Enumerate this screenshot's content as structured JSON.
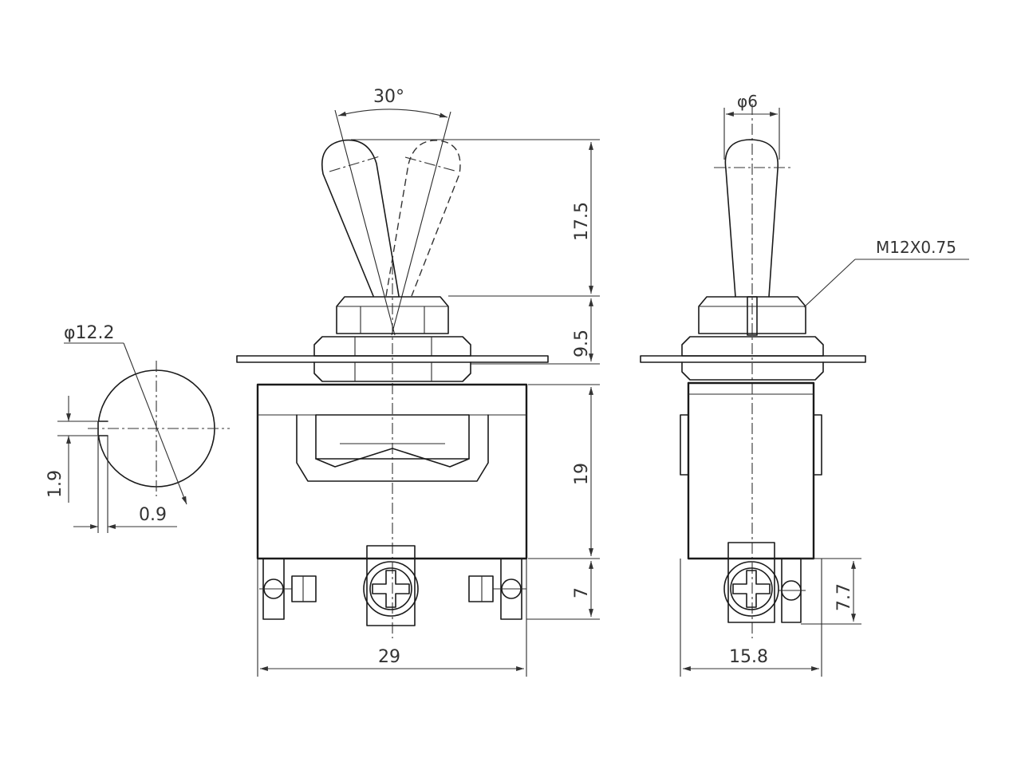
{
  "dimensions": {
    "angle": "30°",
    "lever_dia": "φ6",
    "lever_height": "17.5",
    "bushing_height": "9.5",
    "body_height": "19",
    "terminal_height": "7",
    "terminal_height_side": "7.7",
    "body_width": "29",
    "body_depth": "15.8",
    "thread": "M12X0.75",
    "cutout_dia": "φ12.2",
    "key_width": "1.9",
    "key_depth": "0.9"
  }
}
